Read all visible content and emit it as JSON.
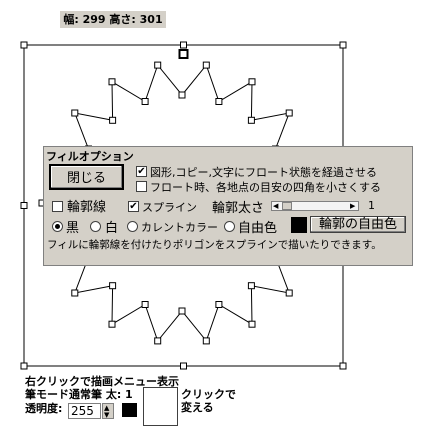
{
  "size_label": "幅: 299  高さ: 301",
  "dialog": {
    "title": "フィルオプション",
    "close_label": "閉じる",
    "options": [
      {
        "label": "図形,コピー,文字にフロート状態を経過させる",
        "checked": true
      },
      {
        "label": "フロート時、各地点の目安の四角を小さくする",
        "checked": false
      }
    ],
    "outline_label": "輪郭線",
    "outline_checked": false,
    "spline_label": "スプライン",
    "spline_checked": true,
    "thickness_label": "輪郭太さ",
    "thickness_value": "1",
    "colors": {
      "black": "黒",
      "white": "白",
      "current": "カレントカラー",
      "free": "自由色",
      "selected": "black",
      "outline_free_color": "輪郭の自由色"
    },
    "hint": "フィルに輪郭線を付けたりポリゴンをスプラインで描いたりできます。"
  },
  "status": {
    "line1": "右クリックで描画メニュー表示",
    "line2": "筆モード通常筆 太: 1",
    "opacity_label": "透明度:",
    "opacity_value": "255",
    "right_text_1": "クリックで",
    "right_text_2": "変える"
  },
  "icons": {
    "check": "check-icon",
    "spin_up": "arrow-up-icon",
    "spin_down": "arrow-down-icon",
    "slider_left": "arrow-left-icon",
    "slider_right": "arrow-right-icon"
  }
}
